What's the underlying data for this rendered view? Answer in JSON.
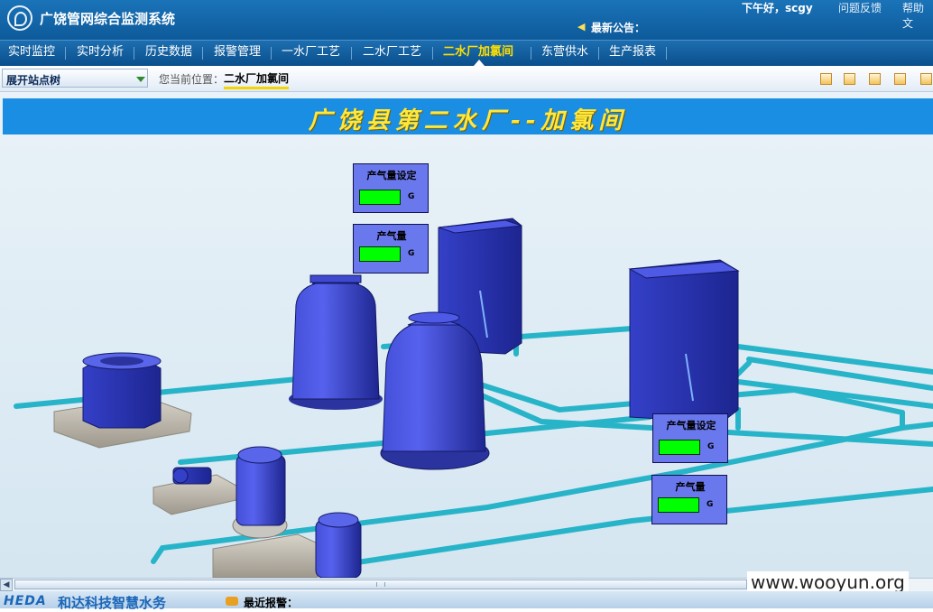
{
  "app": {
    "title": "广饶管网综合监测系统",
    "notice_label": "最新公告：",
    "greeting": "下午好，scgy",
    "top_links": [
      "问题反馈",
      "帮助文"
    ]
  },
  "nav": {
    "items": [
      {
        "label": "实时监控"
      },
      {
        "label": "实时分析"
      },
      {
        "label": "历史数据"
      },
      {
        "label": "报警管理"
      },
      {
        "label": "一水厂工艺"
      },
      {
        "label": "二水厂工艺"
      },
      {
        "label": "二水厂加氯间",
        "active": true
      },
      {
        "label": "东营供水"
      },
      {
        "label": "生产报表"
      }
    ]
  },
  "subbar": {
    "tree_toggle": "展开站点树",
    "location_label": "您当前位置：",
    "location_current": "二水厂加氯间",
    "tool_icons": [
      "report-icon",
      "query-icon",
      "export-icon",
      "print-icon",
      "help-icon"
    ]
  },
  "scene": {
    "banner_title": "广饶县第二水厂--加氯间",
    "panels": [
      {
        "label": "产气量设定",
        "unit": "G"
      },
      {
        "label": "产气量",
        "unit": "G"
      },
      {
        "label": "产气量设定",
        "unit": "G"
      },
      {
        "label": "产气量",
        "unit": "G"
      }
    ]
  },
  "watermark": "www.wooyun.org",
  "footer": {
    "brand_logo": "HEDA",
    "brand_name": "和达科技智慧水务",
    "alarm_label": "最近报警："
  },
  "colors": {
    "header_blue": "#1a73b8",
    "active_nav": "#ffe000",
    "banner": "#1a8ee2",
    "banner_text": "#ffe83a",
    "readout_green": "#00ff00",
    "panel_fill": "#6a78ee",
    "pipe": "#28b4c8",
    "equipment": "#2a34b8"
  }
}
